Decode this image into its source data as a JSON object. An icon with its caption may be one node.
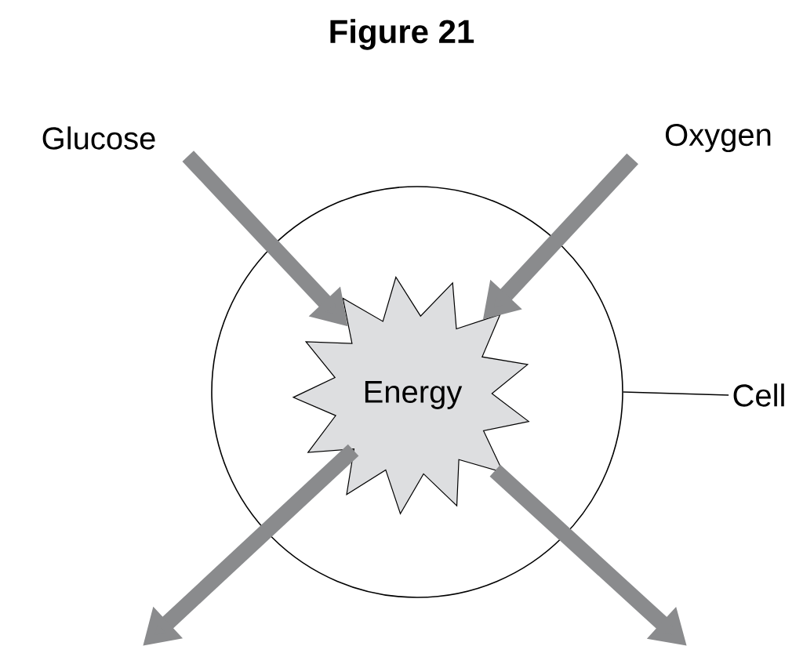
{
  "diagram": {
    "title": "Figure 21",
    "nodes": [
      {
        "text": [
          "Glucose"
        ]
      },
      {
        "text": [
          "Oxygen"
        ]
      },
      {
        "text": [],
        "shape": "circle"
      },
      {
        "text": [
          "Energy"
        ],
        "in": 2
      },
      {
        "text": [
          "Cell"
        ]
      }
    ],
    "edges": [
      {
        "from": 0,
        "to": 3,
        "arrow": "to"
      },
      {
        "from": 1,
        "to": 3,
        "arrow": "to"
      },
      {
        "from": 3,
        "to": null,
        "arrow": "to"
      },
      {
        "from": 3,
        "to": null,
        "arrow": "to"
      },
      {
        "from": 4,
        "to": 2,
        "arrow": "none",
        "color": "#000000"
      }
    ]
  }
}
